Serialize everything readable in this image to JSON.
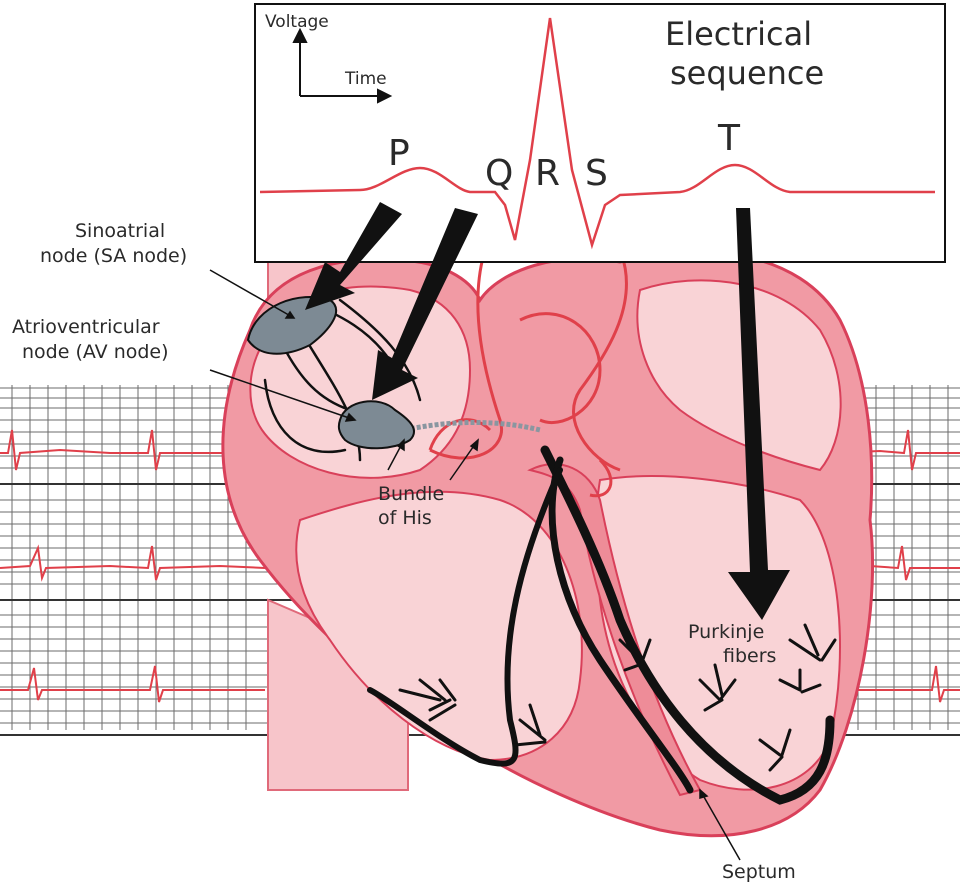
{
  "axes": {
    "y_label": "Voltage",
    "x_label": "Time"
  },
  "title_line1": "Electrical",
  "title_line2": "sequence",
  "waves": {
    "p": "P",
    "q": "Q",
    "r": "R",
    "s": "S",
    "t": "T"
  },
  "labels": {
    "sa_line1": "Sinoatrial",
    "sa_line2": "node (SA node)",
    "av_line1": "Atrioventricular",
    "av_line2": "node (AV node)",
    "his_line1": "Bundle",
    "his_line2": "of His",
    "purkinje_line1": "Purkinje",
    "purkinje_line2": "fibers",
    "septum": "Septum"
  },
  "colors": {
    "trace": "#e0404a",
    "heart_wall": "#f19aa4",
    "heart_inner": "#f9d3d6",
    "outline": "#d9405a",
    "node": "#7d8a94",
    "grid": "#4a4a4a"
  }
}
